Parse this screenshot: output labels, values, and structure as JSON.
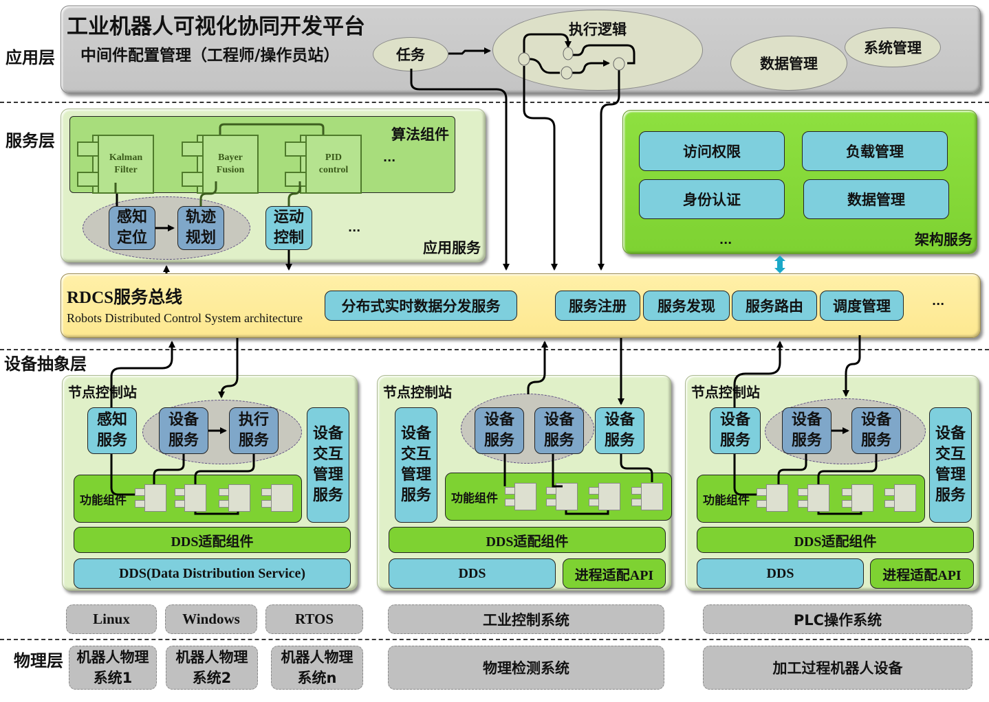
{
  "layers": {
    "application": "应用层",
    "service": "服务层",
    "device_abstraction": "设备抽象层",
    "physical": "物理层"
  },
  "app_layer": {
    "title": "工业机器人可视化协同开发平台",
    "subtitle": "中间件配置管理（工程师/操作员站）",
    "task": "任务",
    "exec_logic": "执行逻辑",
    "data_mgmt": "数据管理",
    "sys_mgmt": "系统管理"
  },
  "service_layer": {
    "algorithm_title": "算法组件",
    "algorithms": [
      "Kalman\nFilter",
      "Bayer\nFusion",
      "PID\ncontrol"
    ],
    "algorithms_more": "...",
    "app_service_title": "应用服务",
    "perception": "感知\n定位",
    "trajectory": "轨迹\n规划",
    "motion": "运动\n控制",
    "app_more": "...",
    "arch_title": "架构服务",
    "arch_items": [
      "访问权限",
      "负载管理",
      "身份认证",
      "数据管理"
    ],
    "arch_more": "..."
  },
  "bus": {
    "title": "RDCS服务总线",
    "subtitle": "Robots Distributed Control System architecture",
    "items": [
      "分布式实时数据分发服务",
      "服务注册",
      "服务发现",
      "服务路由",
      "调度管理"
    ],
    "more": "..."
  },
  "stations": [
    {
      "title": "节点控制站",
      "services": [
        "感知\n服务",
        "设备\n服务",
        "执行\n服务"
      ],
      "side": "设备\n交互\n管理\n服务",
      "func_label": "功能组件",
      "dds_adapter": "DDS适配组件",
      "dds": "DDS(Data Distribution Service)"
    },
    {
      "title": "节点控制站",
      "services": [
        "设备\n服务",
        "设备\n服务",
        "设备\n服务"
      ],
      "side": "设备\n交互\n管理\n服务",
      "func_label": "功能组件",
      "dds_adapter": "DDS适配组件",
      "dds": "DDS",
      "api": "进程适配API"
    },
    {
      "title": "节点控制站",
      "services": [
        "设备\n服务",
        "设备\n服务",
        "设备\n服务"
      ],
      "side": "设备\n交互\n管理\n服务",
      "func_label": "功能组件",
      "dds_adapter": "DDS适配组件",
      "dds": "DDS",
      "api": "进程适配API"
    }
  ],
  "os_row": [
    "Linux",
    "Windows",
    "RTOS",
    "工业控制系统",
    "PLC操作系统"
  ],
  "physical_row": [
    "机器人物理\n系统1",
    "机器人物理\n系统2",
    "机器人物理\n系统n",
    "物理检测系统",
    "加工过程机器人设备"
  ]
}
